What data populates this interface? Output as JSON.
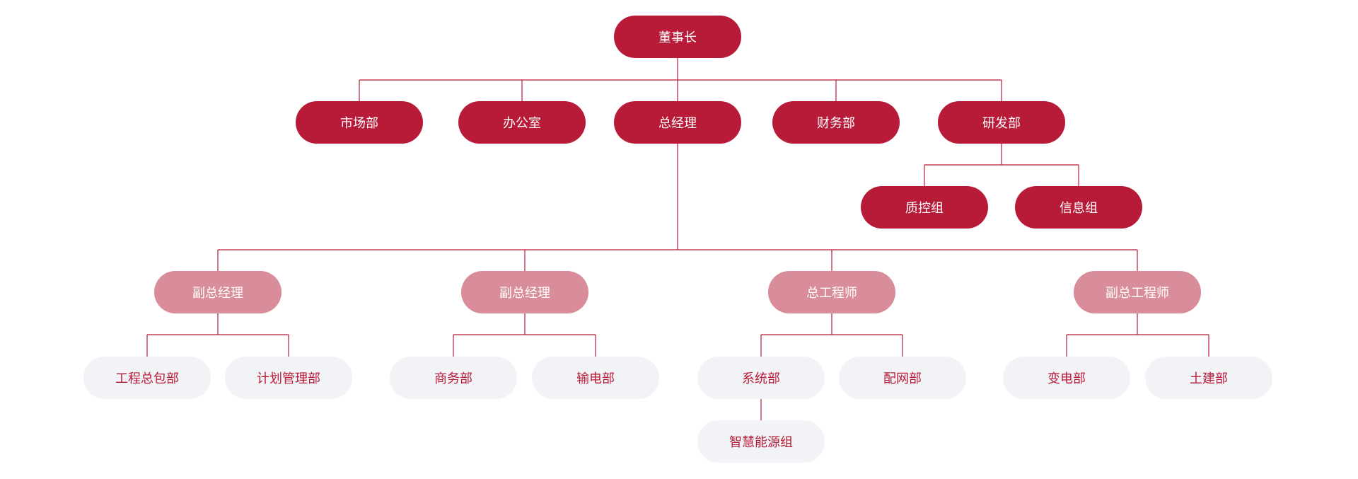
{
  "colors": {
    "primary": "#b71b37",
    "secondary": "#d98c99",
    "leaf_bg": "#f1f3f6",
    "connector": "#b71b37"
  },
  "org": {
    "chairman": "董事长",
    "departments": {
      "market": "市场部",
      "office": "办公室",
      "gm": "总经理",
      "finance": "财务部",
      "rd": "研发部"
    },
    "rd_groups": {
      "qc": "质控组",
      "info": "信息组"
    },
    "managers": {
      "vgm1": "副总经理",
      "vgm2": "副总经理",
      "chief_engineer": "总工程师",
      "deputy_chief_engineer": "副总工程师"
    },
    "units": {
      "epc": "工程总包部",
      "planning": "计划管理部",
      "business": "商务部",
      "transmission": "输电部",
      "system": "系统部",
      "distribution": "配网部",
      "smart_energy": "智慧能源组",
      "substation": "变电部",
      "civil": "土建部"
    }
  }
}
